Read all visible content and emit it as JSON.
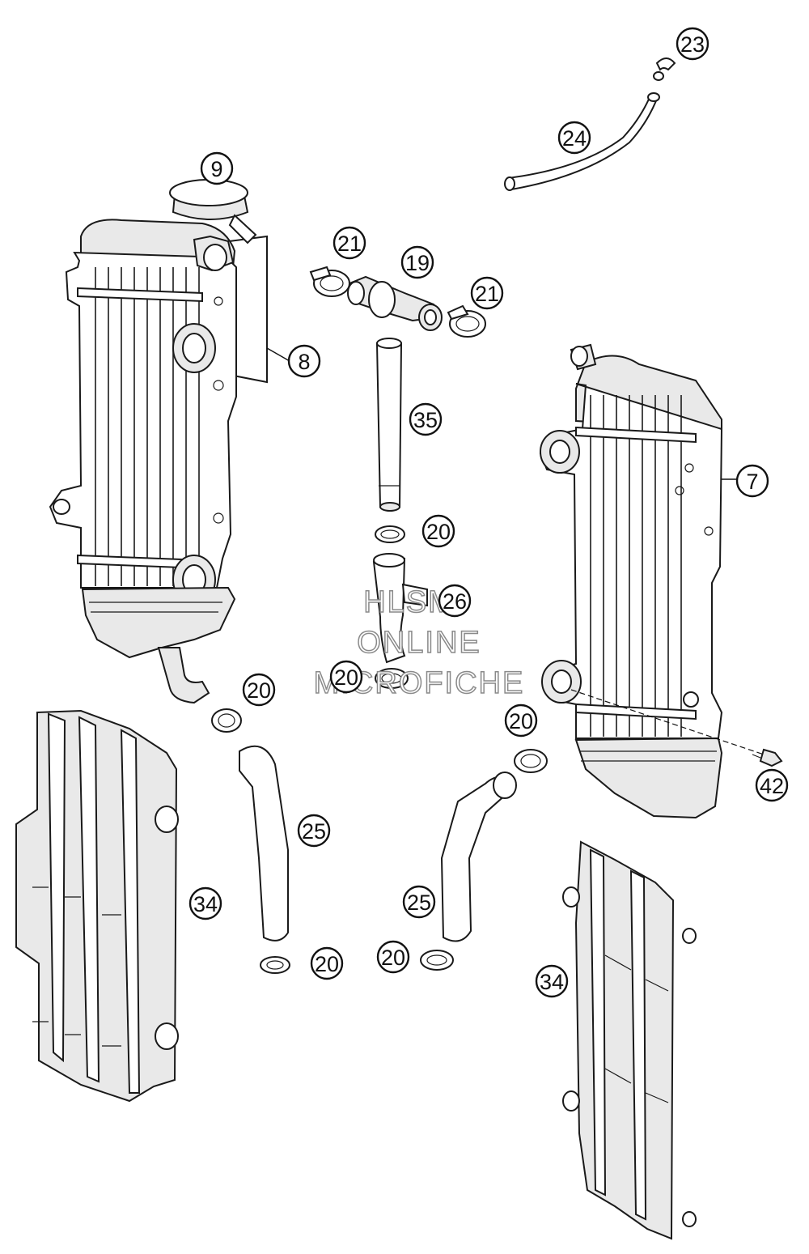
{
  "callouts": [
    {
      "id": "9",
      "label": "9"
    },
    {
      "id": "8",
      "label": "8"
    },
    {
      "id": "23",
      "label": "23"
    },
    {
      "id": "24",
      "label": "24"
    },
    {
      "id": "21a",
      "label": "21"
    },
    {
      "id": "19",
      "label": "19"
    },
    {
      "id": "21b",
      "label": "21"
    },
    {
      "id": "35",
      "label": "35"
    },
    {
      "id": "20a",
      "label": "20"
    },
    {
      "id": "26",
      "label": "26"
    },
    {
      "id": "20b",
      "label": "20"
    },
    {
      "id": "20c",
      "label": "20"
    },
    {
      "id": "7",
      "label": "7"
    },
    {
      "id": "20d",
      "label": "20"
    },
    {
      "id": "42",
      "label": "42"
    },
    {
      "id": "25a",
      "label": "25"
    },
    {
      "id": "25b",
      "label": "25"
    },
    {
      "id": "34a",
      "label": "34"
    },
    {
      "id": "20e",
      "label": "20"
    },
    {
      "id": "20f",
      "label": "20"
    },
    {
      "id": "34b",
      "label": "34"
    }
  ],
  "watermark": {
    "line1": "HLSM",
    "line2": "ONLINE",
    "line3": "MICROFICHE"
  }
}
